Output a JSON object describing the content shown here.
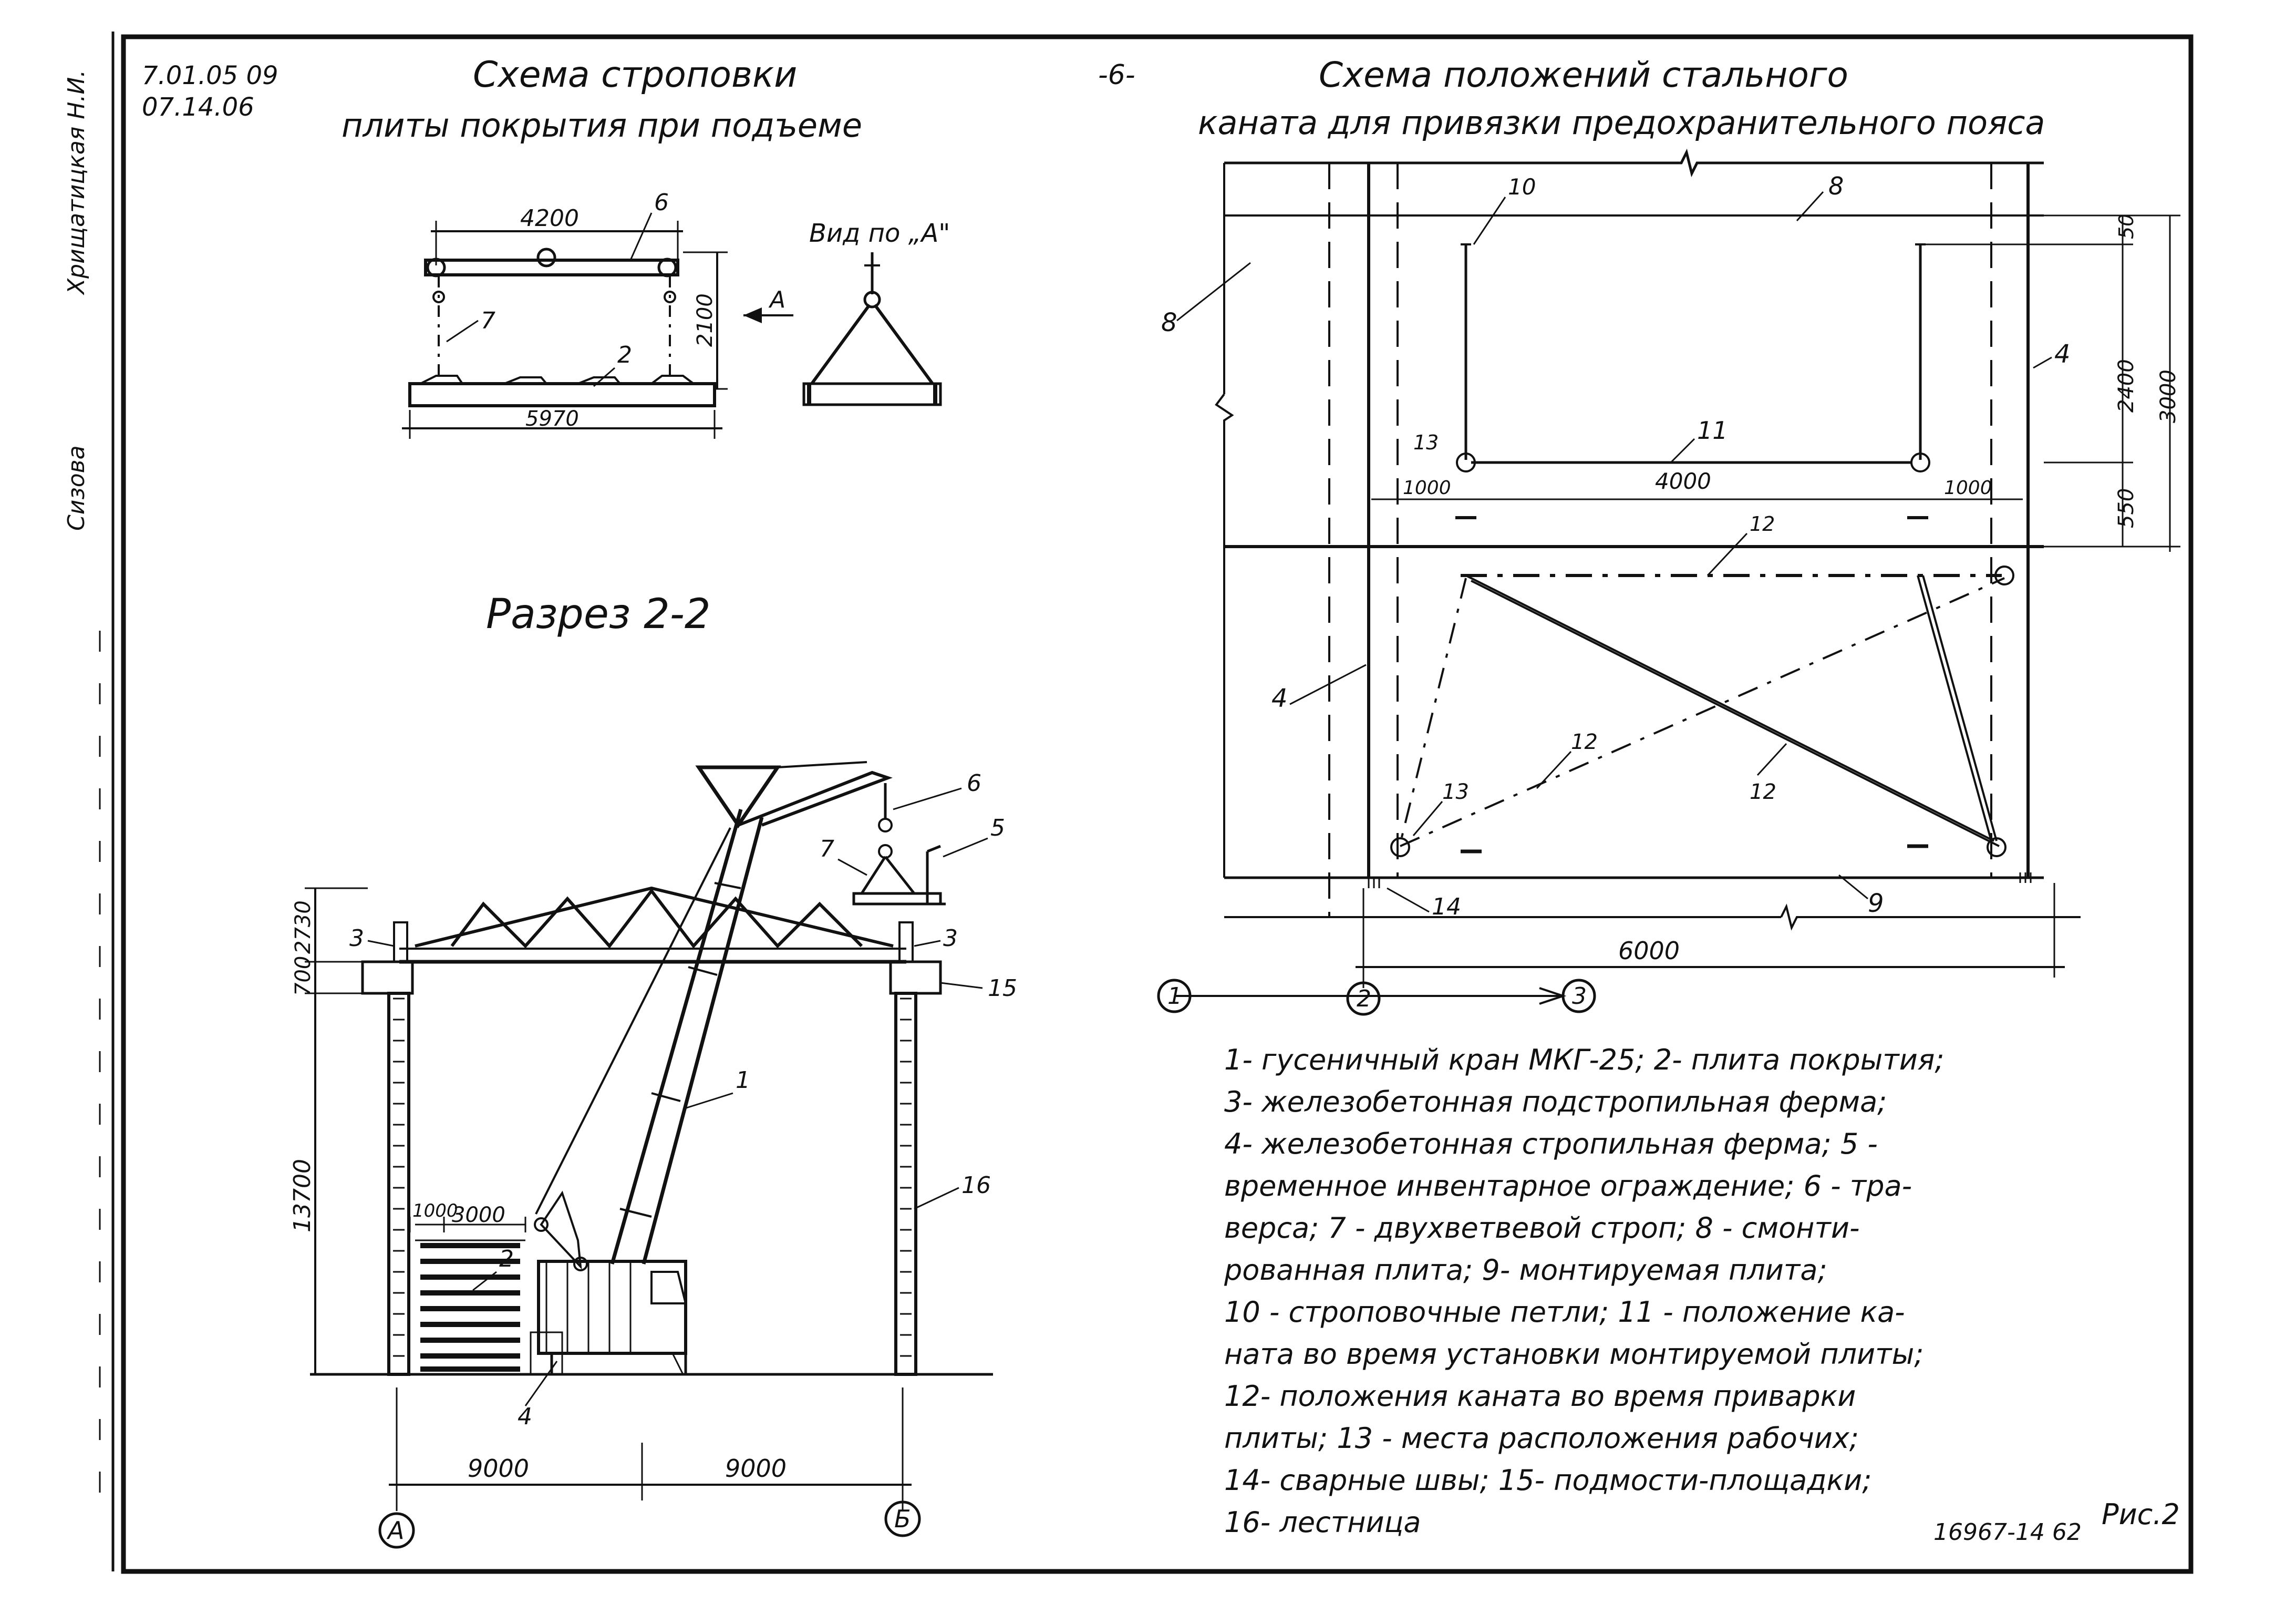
{
  "header": {
    "code_line1": "7.01.05 09",
    "code_line2": "07.14.06",
    "page_number": "-6-"
  },
  "left_block": {
    "title_line1": "Схема строповки",
    "title_line2": "плиты покрытия при подъеме",
    "dim_top": "4200",
    "dim_bottom": "5970",
    "dim_height": "2100",
    "view_arrow": "A",
    "view_label": "Вид по „А\"",
    "marks": {
      "six": "6",
      "seven": "7",
      "two": "2"
    }
  },
  "section": {
    "title": "Разрез 2-2",
    "dims": {
      "height_truss": "2730",
      "height_700": "700",
      "height_13700": "13700",
      "stack_1000": "1000",
      "stack_3000": "3000",
      "span_left": "9000",
      "span_right": "9000"
    },
    "axes": [
      "А",
      "Б"
    ],
    "marks": [
      "1",
      "2",
      "3",
      "3",
      "4",
      "5",
      "6",
      "7",
      "15",
      "16"
    ]
  },
  "right_block": {
    "title_line1": "Схема положений стального",
    "title_line2": "каната для привязки предохранительного пояса",
    "dims": {
      "d50": "50",
      "d2400": "2400",
      "d550": "550",
      "d3000": "3000",
      "d1000_left": "1000",
      "d4000": "4000",
      "d1000_right": "1000",
      "d6000": "6000"
    },
    "axes": [
      "1",
      "2",
      "3"
    ],
    "marks": [
      "8",
      "8",
      "10",
      "11",
      "13",
      "4",
      "4",
      "12",
      "12",
      "12",
      "13",
      "9",
      "14"
    ]
  },
  "legend": [
    "1- гусеничный кран МКГ-25;  2- плита покрытия;",
    "3- железобетонная подстропильная ферма;",
    "4- железобетонная стропильная ферма;  5 -",
    "временное инвентарное ограждение;  6 - тра-",
    "верса;  7 - двухветвевой строп;   8 - смонти-",
    "рованная плита;  9- монтируемая плита;",
    "10 - строповочные петли;  11 - положение ка-",
    "ната во время установки монтируемой плиты;",
    "12- положения  каната  во время  приварки",
    " плиты;  13 - места расположения  рабочих;",
    "14- сварные швы;  15- подмости-площадки;",
    "16- лестница"
  ],
  "footer": {
    "figure": "Рис.2",
    "sheet": "16967-14 62"
  },
  "margin_stamp": {
    "text1": "Хрищатицкая Н.И.",
    "text2": "Сизова"
  }
}
